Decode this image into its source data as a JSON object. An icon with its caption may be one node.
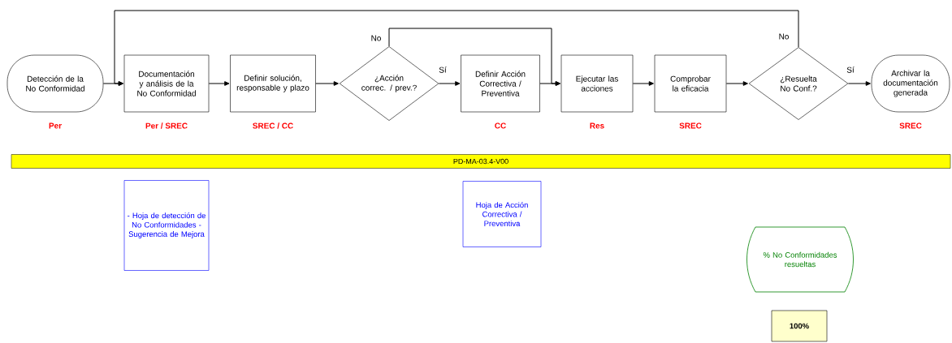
{
  "diagram": {
    "nodes": [
      {
        "text": [
          "Detección de la No Conformidad"
        ],
        "beside": [
          "Per"
        ]
      },
      {
        "text": [
          "Documentación y análisis de la No Conformidad"
        ],
        "beside": [
          "Per / SREC"
        ]
      },
      {
        "text": [
          "Definir solución, responsable y plazo"
        ],
        "beside": [
          "SREC / CC"
        ]
      },
      {
        "text": [
          "¿Acción correc. / prev.?"
        ]
      },
      {
        "text": [
          "Definir Acción Correctiva / Preventiva"
        ],
        "beside": [
          "CC"
        ]
      },
      {
        "text": [
          "Ejecutar las acciones"
        ],
        "beside": [
          "Res"
        ]
      },
      {
        "text": [
          "Comprobar la eficacia"
        ],
        "beside": [
          "SREC"
        ]
      },
      {
        "text": [
          "¿Resuelta No Conf.?"
        ]
      },
      {
        "text": [
          "Archivar la documentación generada"
        ],
        "beside": [
          "SREC"
        ]
      },
      {
        "text": [
          "PD-MA-03.4-V00"
        ]
      },
      {
        "text": [
          "- Hoja de detección de No Conformidades - Sugerencia de Mejora"
        ]
      },
      {
        "text": [
          "Hoja de Acción Correctiva / Preventiva"
        ]
      },
      {
        "text": [
          "% No Conformidades resueltas"
        ]
      },
      {
        "text": [
          "100%"
        ]
      }
    ],
    "edges": [
      {
        "from": 0,
        "to": 1,
        "arrow": "to"
      },
      {
        "from": 1,
        "to": 2,
        "arrow": "to"
      },
      {
        "from": 2,
        "to": 3,
        "arrow": "to"
      },
      {
        "from": 3,
        "to": 4,
        "arrow": "to",
        "label": "Sí"
      },
      {
        "from": 3,
        "to": 5,
        "arrow": "to",
        "label": "No"
      },
      {
        "from": 4,
        "to": 5,
        "arrow": "to"
      },
      {
        "from": 5,
        "to": 6,
        "arrow": "to"
      },
      {
        "from": 6,
        "to": 7,
        "arrow": "to"
      },
      {
        "from": 7,
        "to": 8,
        "arrow": "to",
        "label": "Sí"
      },
      {
        "from": 7,
        "to": 1,
        "arrow": "to",
        "label": "No"
      }
    ]
  }
}
